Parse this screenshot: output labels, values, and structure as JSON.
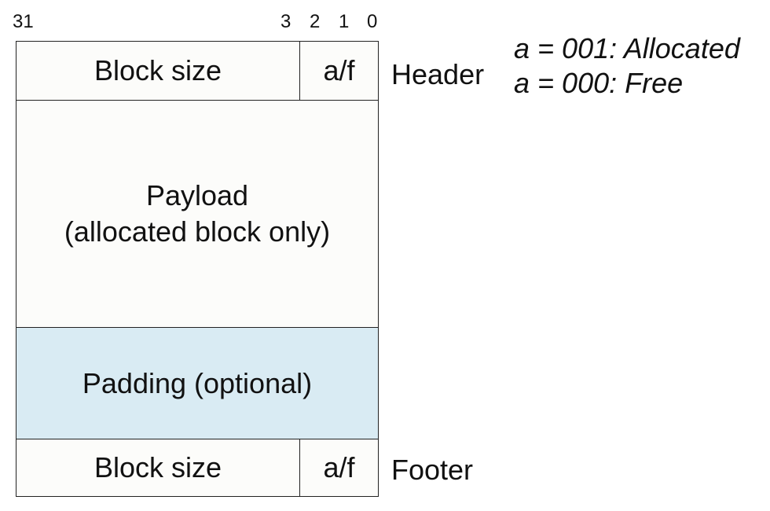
{
  "bit_labels": {
    "b31": "31",
    "b3": "3",
    "b2": "2",
    "b1": "1",
    "b0": "0"
  },
  "header": {
    "block_size": "Block size",
    "flag": "a/f",
    "side_label": "Header"
  },
  "payload": {
    "line1": "Payload",
    "line2": "(allocated block only)"
  },
  "padding": {
    "label": "Padding (optional)",
    "color": "#d9ebf3"
  },
  "footer": {
    "block_size": "Block size",
    "flag": "a/f",
    "side_label": "Footer"
  },
  "legend": {
    "allocated": "a = 001: Allocated",
    "free": "a = 000: Free"
  }
}
